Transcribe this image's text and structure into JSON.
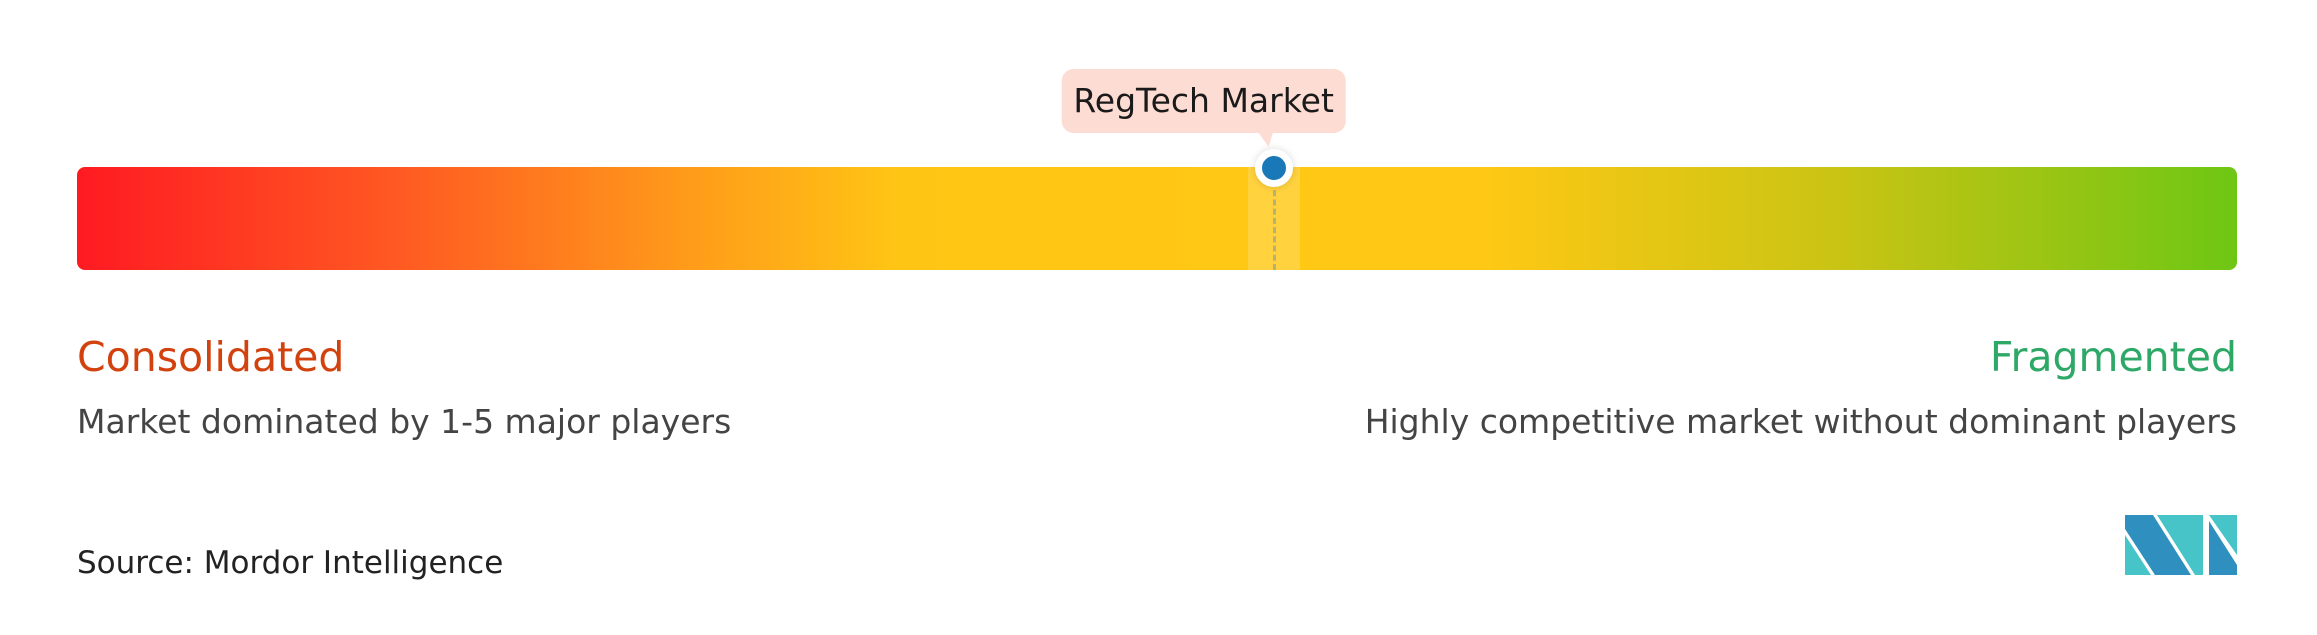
{
  "chart_data": {
    "type": "gauge-scale",
    "market_label": "RegTech Market",
    "marker_position": 0.554,
    "left": {
      "title": "Consolidated",
      "description": "Market dominated by 1-5 major players",
      "color": "#d2420f"
    },
    "right": {
      "title": "Fragmented",
      "description": "Highly competitive market without dominant players",
      "color": "#2ea866"
    },
    "marker_color": "#1a78b8"
  },
  "source": "Source: Mordor Intelligence",
  "logo": "Mordor Intelligence logo"
}
